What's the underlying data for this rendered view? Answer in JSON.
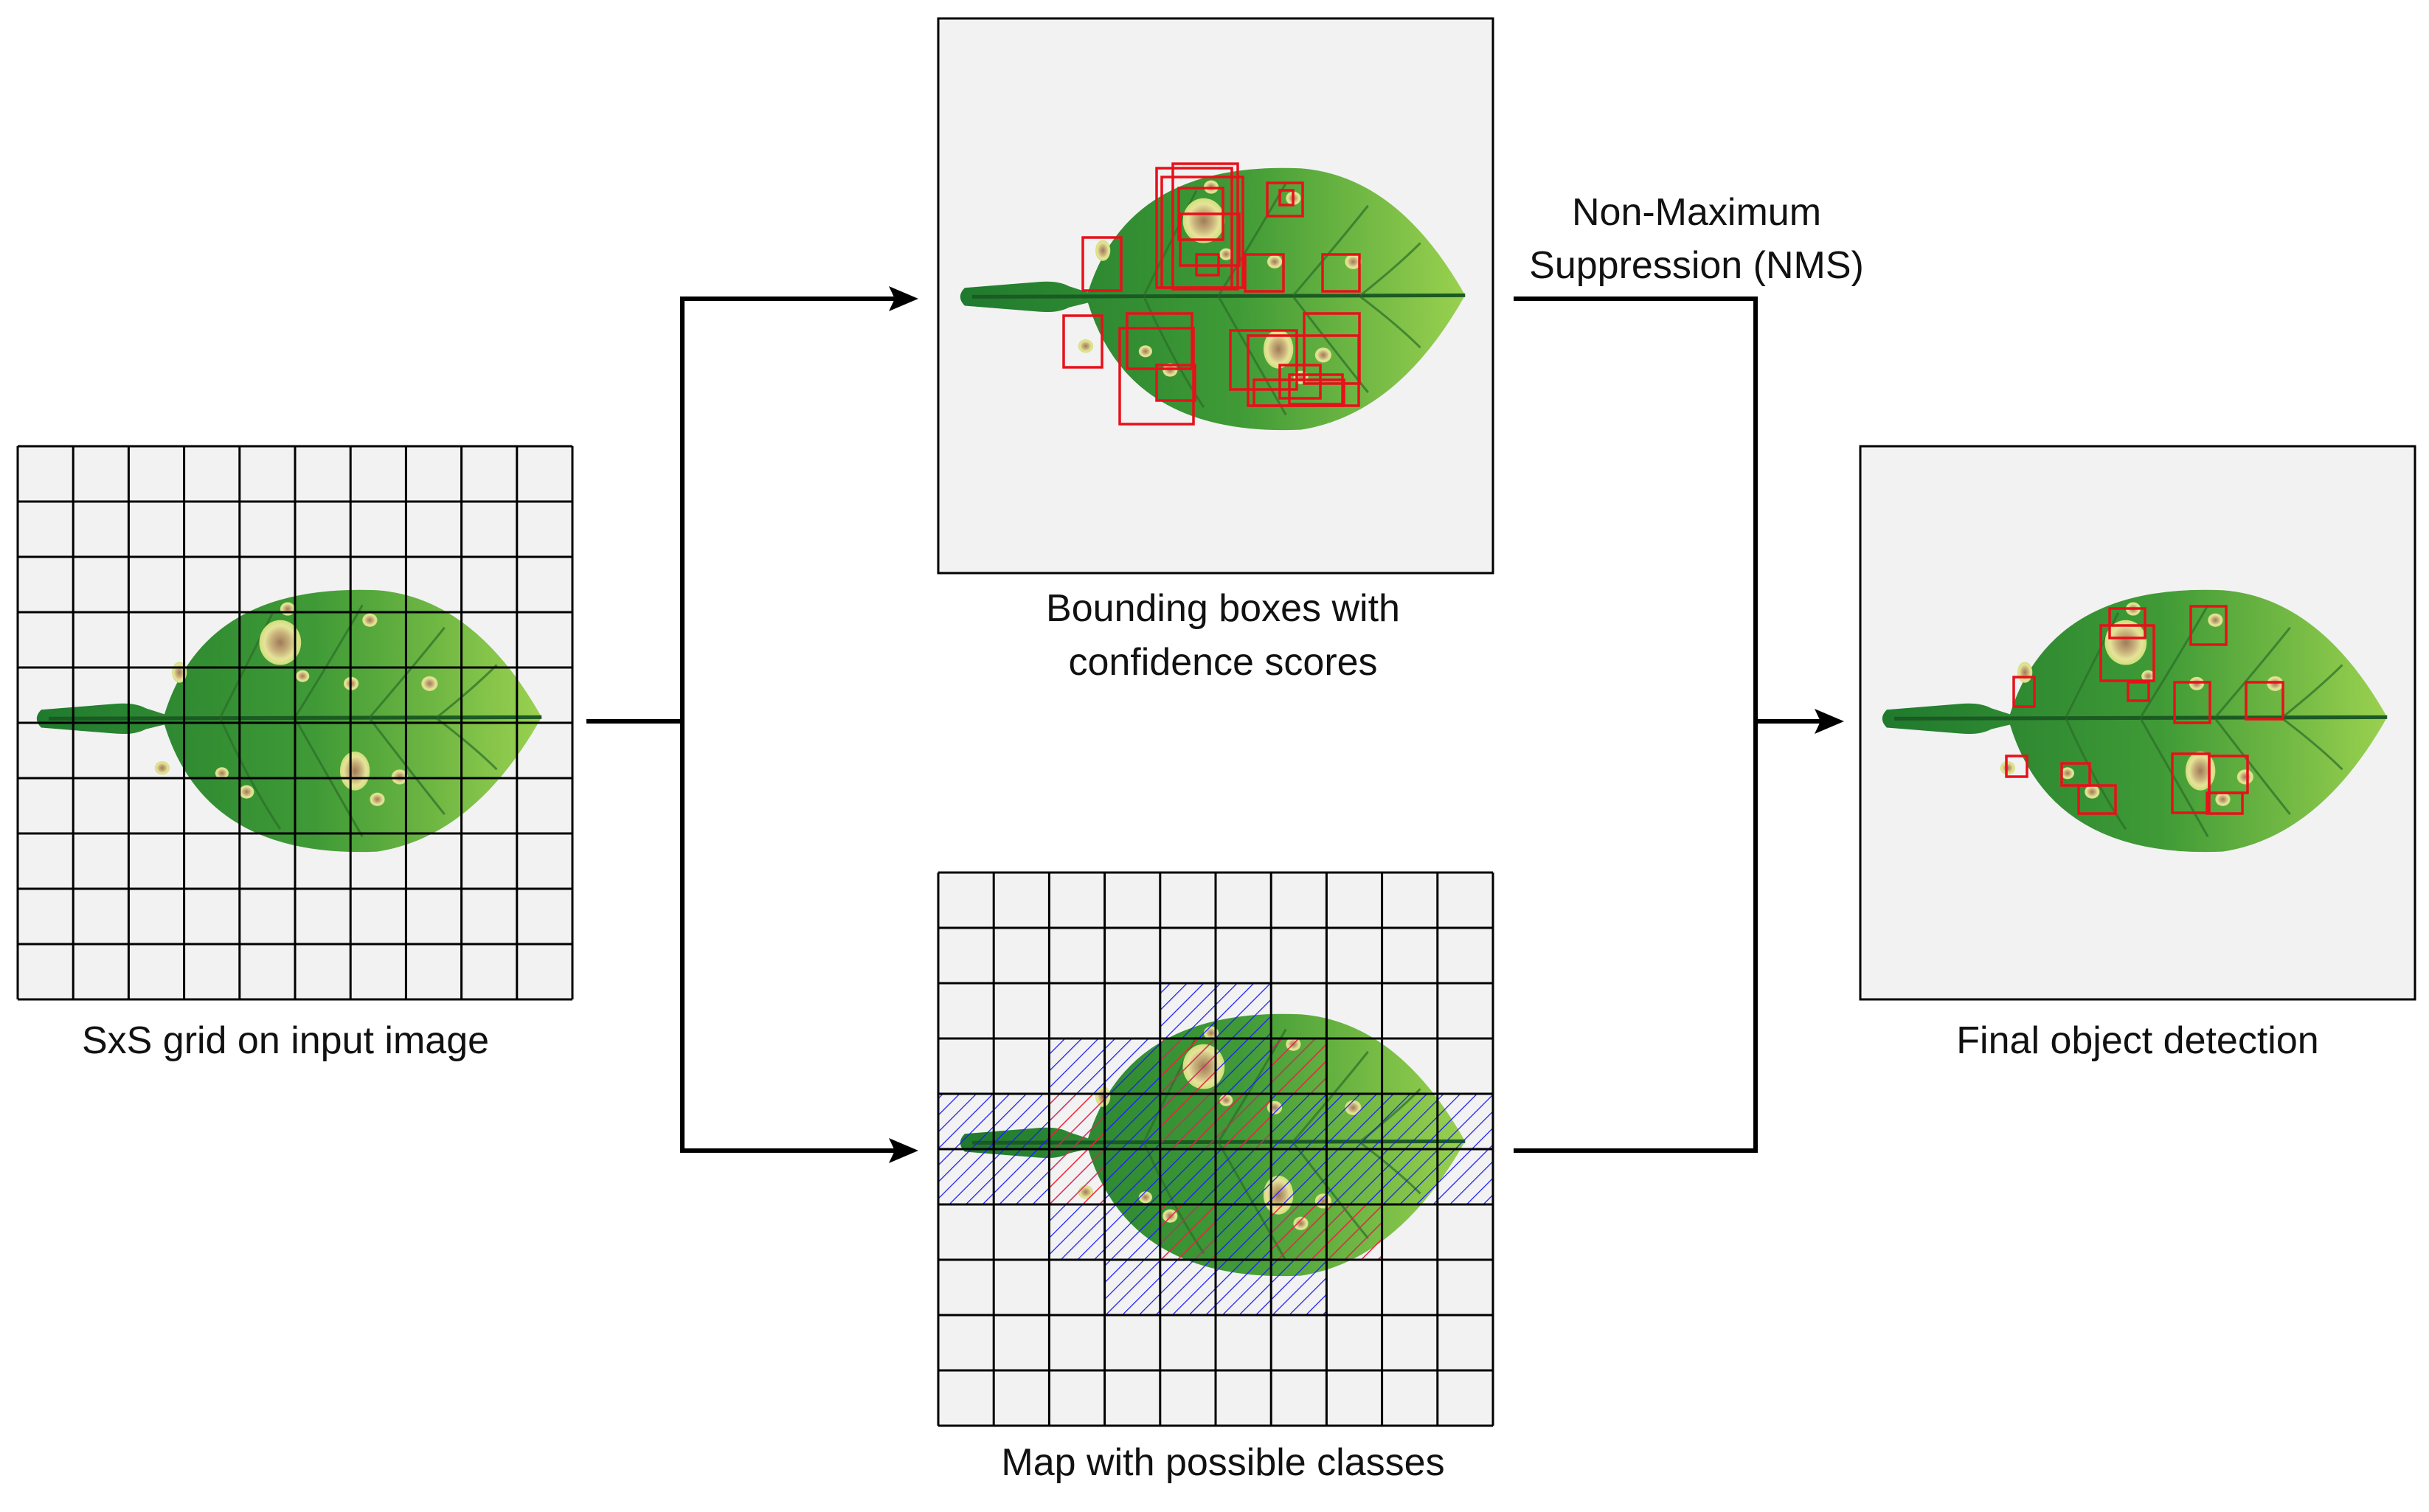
{
  "labels": {
    "input_grid": "SxS grid on input image",
    "bounding_boxes_line1": "Bounding boxes with",
    "bounding_boxes_line2": "confidence scores",
    "class_map": "Map with possible classes",
    "nms_line1": "Non-Maximum",
    "nms_line2": "Suppression (NMS)",
    "final": "Final object detection"
  },
  "grid_size": 10,
  "colors": {
    "panel_bg": "#f2f2f2",
    "grid_line": "#000000",
    "box_red": "#e8101a",
    "hatch_blue": "#1a1aff",
    "hatch_red": "#ff2a2a",
    "leaf_dark": "#1f7a2e",
    "leaf_light": "#8ccc48",
    "arrow": "#000000"
  }
}
